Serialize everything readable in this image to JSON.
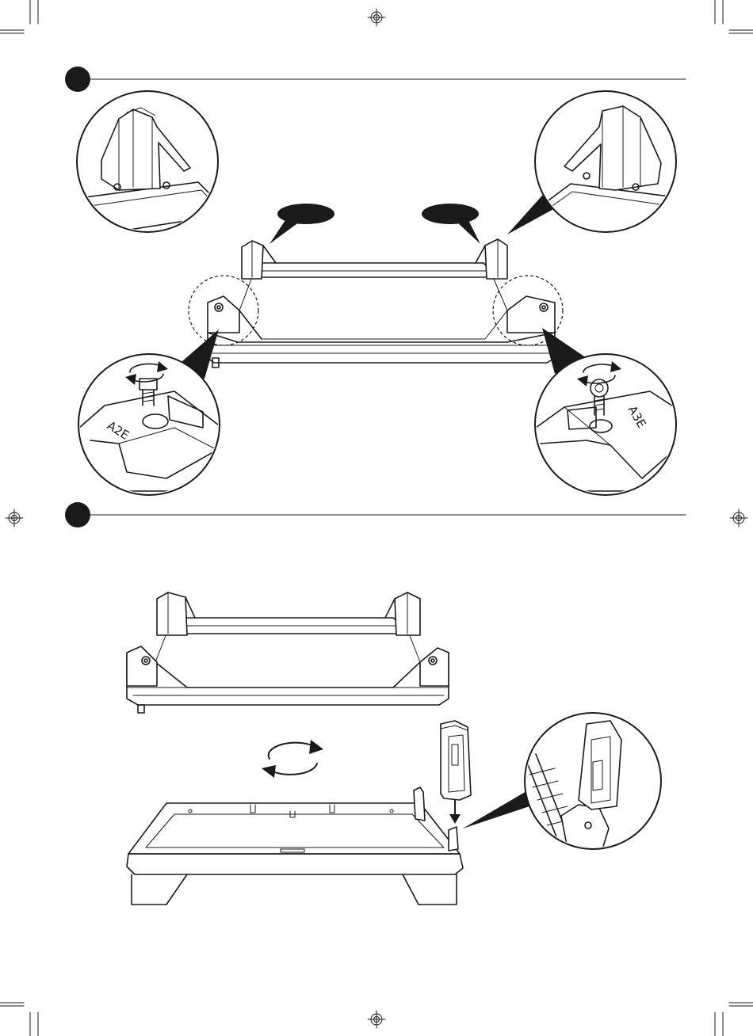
{
  "steps": [
    {
      "id": "step-1",
      "number": ""
    },
    {
      "id": "step-2",
      "number": ""
    }
  ],
  "part_marks": {
    "foot_left": "A2E",
    "foot_right": "A3E"
  },
  "callout_tags": [
    "",
    ""
  ],
  "colors": {
    "ink": "#1a1a1a",
    "paper": "#ffffff"
  },
  "icons": [
    "registration-mark-icon",
    "rotate-arrows-icon",
    "down-arrow-icon",
    "step-badge-icon",
    "magnifier-callout-icon"
  ]
}
